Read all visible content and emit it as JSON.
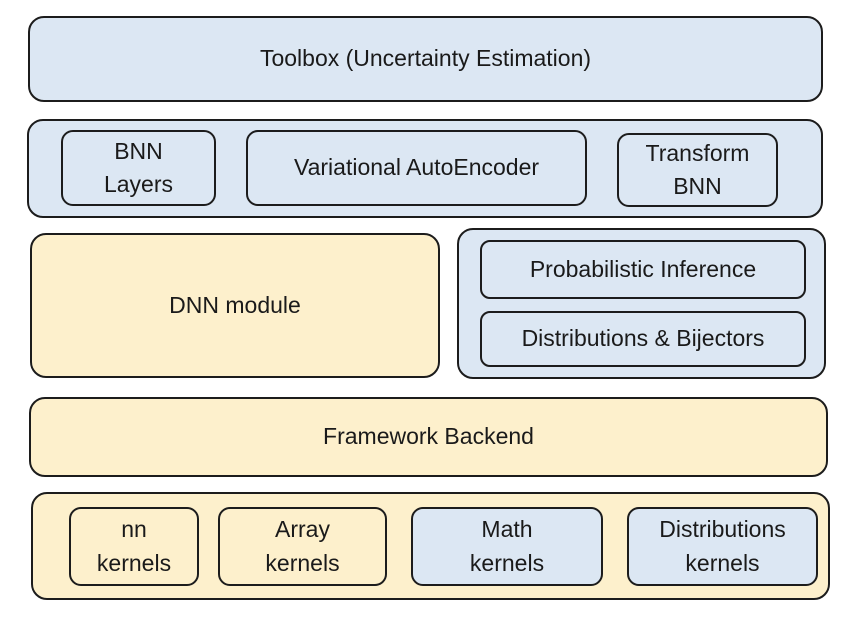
{
  "toolbox": {
    "label": "Toolbox (Uncertainty Estimation)"
  },
  "bnn_row": {
    "bnn_layers": "BNN\nLayers",
    "vae": "Variational AutoEncoder",
    "transform_bnn": "Transform\nBNN"
  },
  "dnn_module": {
    "label": "DNN module"
  },
  "probability": {
    "inference": "Probabilistic Inference",
    "distributions_bijectors": "Distributions & Bijectors"
  },
  "framework_backend": {
    "label": "Framework Backend"
  },
  "kernels": {
    "nn": "nn\nkernels",
    "array": "Array\nkernels",
    "math": "Math\nkernels",
    "distributions": "Distributions\nkernels"
  },
  "colors": {
    "blue_fill": "#dce7f3",
    "yellow_fill": "#fdf0cc",
    "border": "#1c1c1c"
  }
}
